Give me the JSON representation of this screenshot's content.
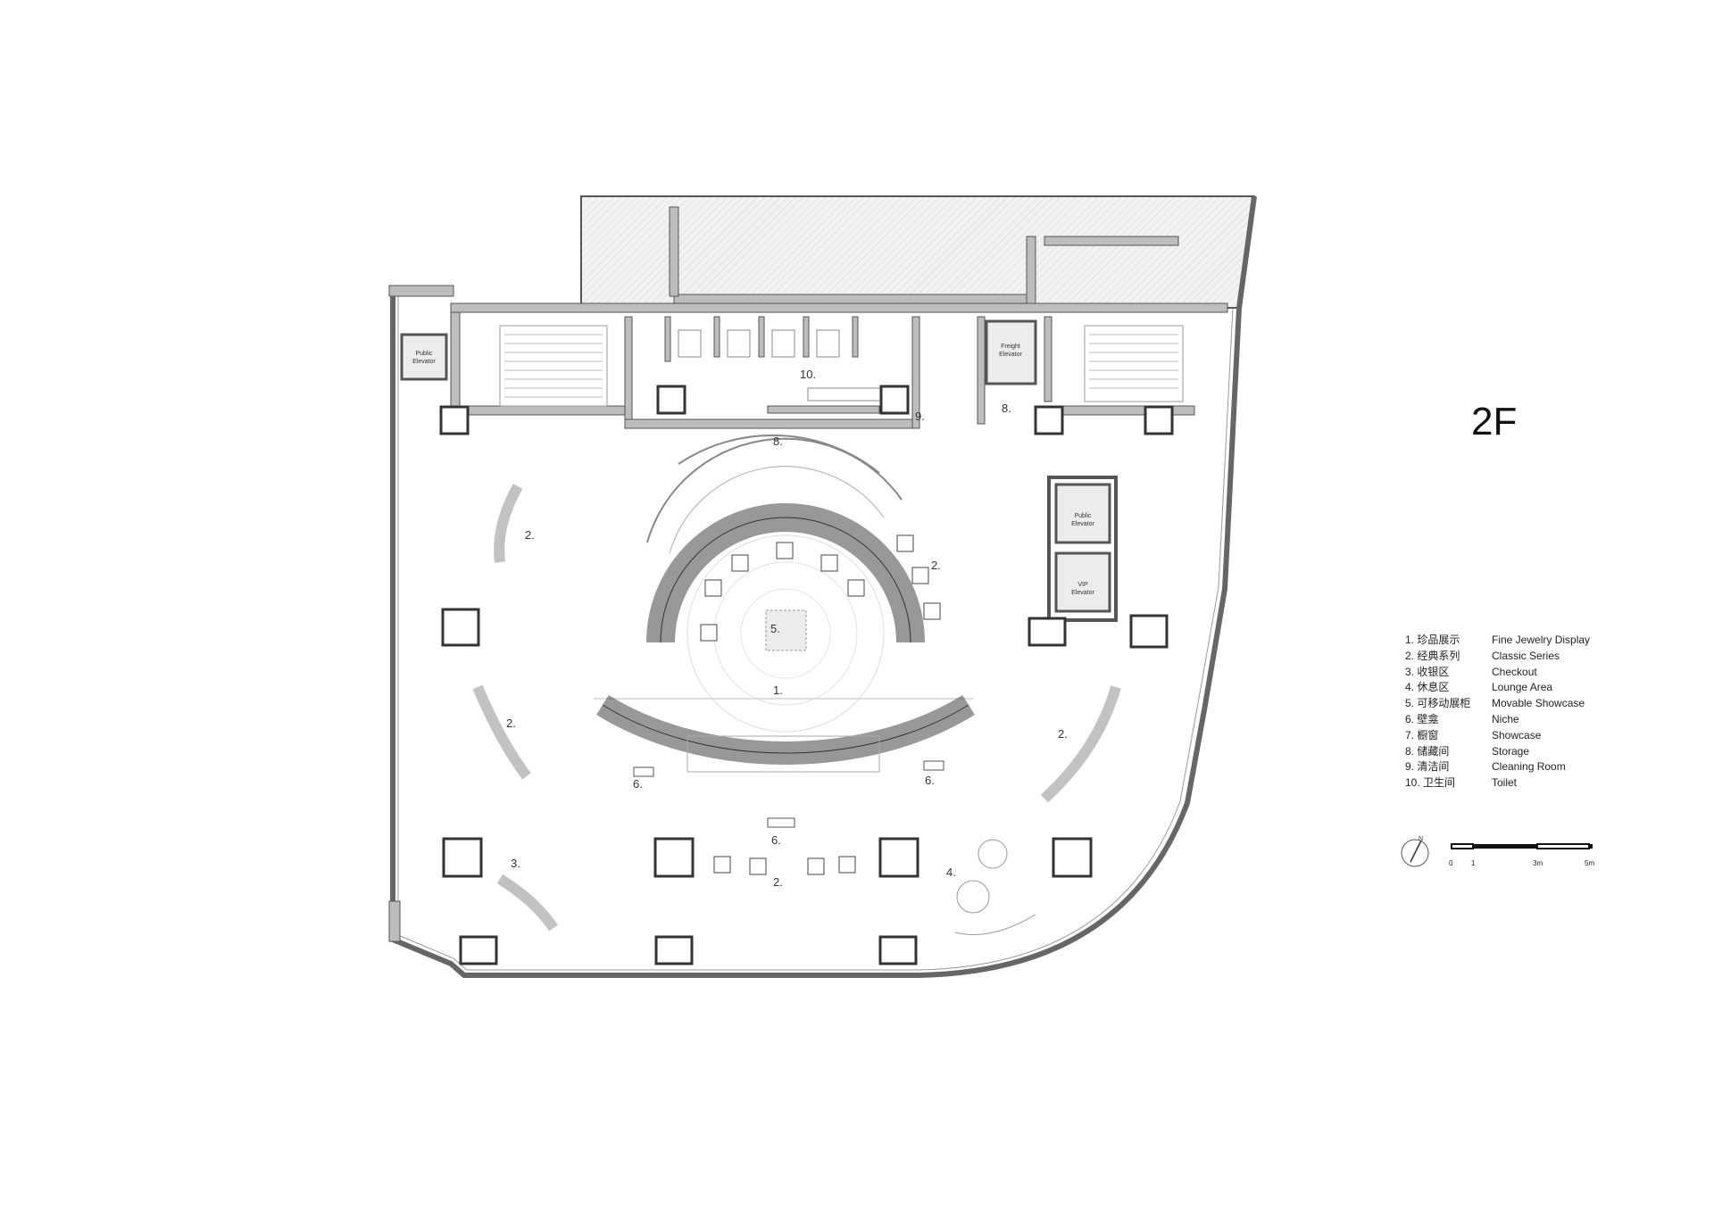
{
  "floor_label": "2F",
  "elevator_labels": {
    "public_left_1": "Public",
    "public_left_2": "Elevator",
    "public_right_1": "Public",
    "public_right_2": "Elevator",
    "vip_1": "VIP",
    "vip_2": "Elevator",
    "freight_1": "Freight",
    "freight_2": "Elevator"
  },
  "area_labels": {
    "toilet": "10.",
    "cleaning": "9.",
    "storage_top": "8.",
    "storage_arc": "8.",
    "classic_nw": "2.",
    "classic_ne": "2.",
    "classic_w": "2.",
    "classic_e": "2.",
    "classic_s": "2.",
    "fine_jewelry": "1.",
    "movable": "5.",
    "niche_l": "6.",
    "niche_r": "6.",
    "niche_b": "6.",
    "checkout": "3.",
    "lounge": "4."
  },
  "legend": [
    {
      "zh": "1. 珍品展示",
      "en": "Fine Jewelry Display"
    },
    {
      "zh": "2. 经典系列",
      "en": "Classic Series"
    },
    {
      "zh": "3. 收银区",
      "en": "Checkout"
    },
    {
      "zh": "4. 休息区",
      "en": "Lounge Area"
    },
    {
      "zh": "5. 可移动展柜",
      "en": "Movable Showcase"
    },
    {
      "zh": "6. 壁龛",
      "en": "Niche"
    },
    {
      "zh": "7. 橱窗",
      "en": "Showcase"
    },
    {
      "zh": "8. 储藏间",
      "en": "Storage"
    },
    {
      "zh": "9. 清洁间",
      "en": "Cleaning Room"
    },
    {
      "zh": "10. 卫生间",
      "en": "Toilet"
    }
  ],
  "north_label": "N",
  "scale_labels": [
    "0",
    "1",
    "3m",
    "5m"
  ]
}
